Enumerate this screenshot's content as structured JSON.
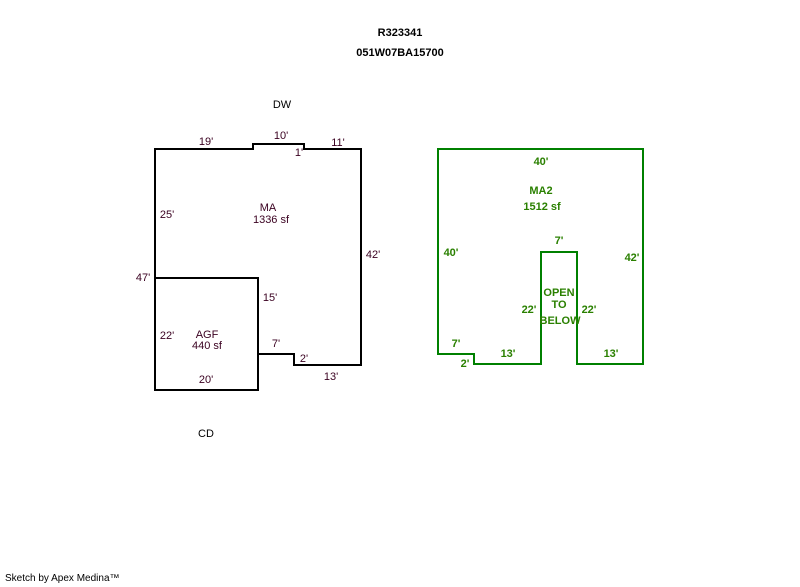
{
  "header": {
    "parcel_id": "R323341",
    "map_number": "051W07BA15700"
  },
  "colors": {
    "sketch1_line": "#000000",
    "sketch2_line": "#008000",
    "label": "#3a0020",
    "sketch2_text": "#2a8000"
  },
  "sketch1": {
    "top_label": "DW",
    "bottom_label": "CD",
    "ma": {
      "name": "MA",
      "area": "1336 sf"
    },
    "agf": {
      "name": "AGF",
      "area": "440 sf"
    },
    "dims": {
      "top_left": "19'",
      "top_bump": "10'",
      "bump_depth": "1'",
      "top_right": "11'",
      "left_upper": "25'",
      "left_total": "47'",
      "right": "42'",
      "agf_right": "15'",
      "agf_left": "22'",
      "agf_bottom": "20'",
      "step_top": "7'",
      "step_depth": "2'",
      "bottom_right": "13'"
    }
  },
  "sketch2": {
    "ma2": {
      "name": "MA2",
      "area": "1512 sf"
    },
    "open": [
      "OPEN",
      "TO",
      "BELOW"
    ],
    "dims": {
      "top": "40'",
      "left": "40'",
      "right": "42'",
      "open_top": "7'",
      "open_left": "22'",
      "open_right": "22'",
      "step_top": "7'",
      "step_depth": "2'",
      "bottom_left": "13'",
      "bottom_right": "13'"
    }
  },
  "footer": "Sketch by Apex Medina™"
}
